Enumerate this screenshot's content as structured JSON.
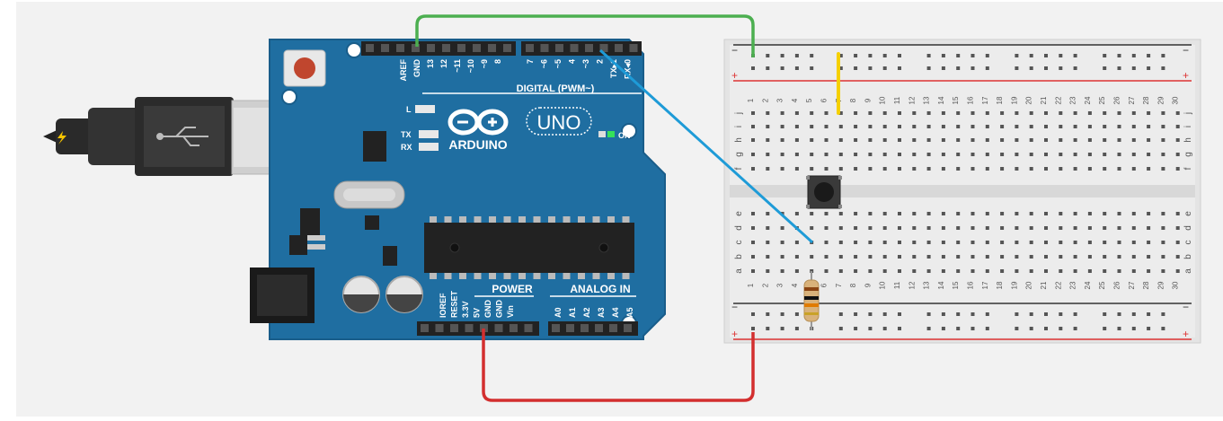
{
  "arduino": {
    "header_top_labels": [
      "AREF",
      "GND",
      "13",
      "12",
      "~11",
      "~10",
      "~9",
      "8"
    ],
    "header_top_labels_right": [
      "7",
      "~6",
      "~5",
      "4",
      "~3",
      "2",
      "TX▸1",
      "RX◂0"
    ],
    "digital_label": "DIGITAL (PWM~)",
    "led_l": "L",
    "tx": "TX",
    "rx": "RX",
    "logo_text": "ARDUINO",
    "model": "UNO",
    "on_label": "ON",
    "power_label": "POWER",
    "analog_label": "ANALOG IN",
    "power_pins": [
      "IOREF",
      "RESET",
      "3.3V",
      "5V",
      "GND",
      "GND",
      "Vin"
    ],
    "analog_pins": [
      "A0",
      "A1",
      "A2",
      "A3",
      "A4",
      "A5"
    ]
  },
  "breadboard": {
    "row_letters_top": [
      "j",
      "i",
      "h",
      "g",
      "f"
    ],
    "row_letters_bottom": [
      "e",
      "d",
      "c",
      "b",
      "a"
    ],
    "plus": "+",
    "minus": "−",
    "columns": 30
  },
  "colors": {
    "background": "#f2f2f2",
    "board_blue": "#1f6ea1",
    "wire_green": "#4caf50",
    "wire_blue": "#1e9bd7",
    "wire_red": "#d32f2f",
    "wire_yellow": "#f5d000",
    "rail_red": "#d33",
    "rail_black": "#333"
  }
}
